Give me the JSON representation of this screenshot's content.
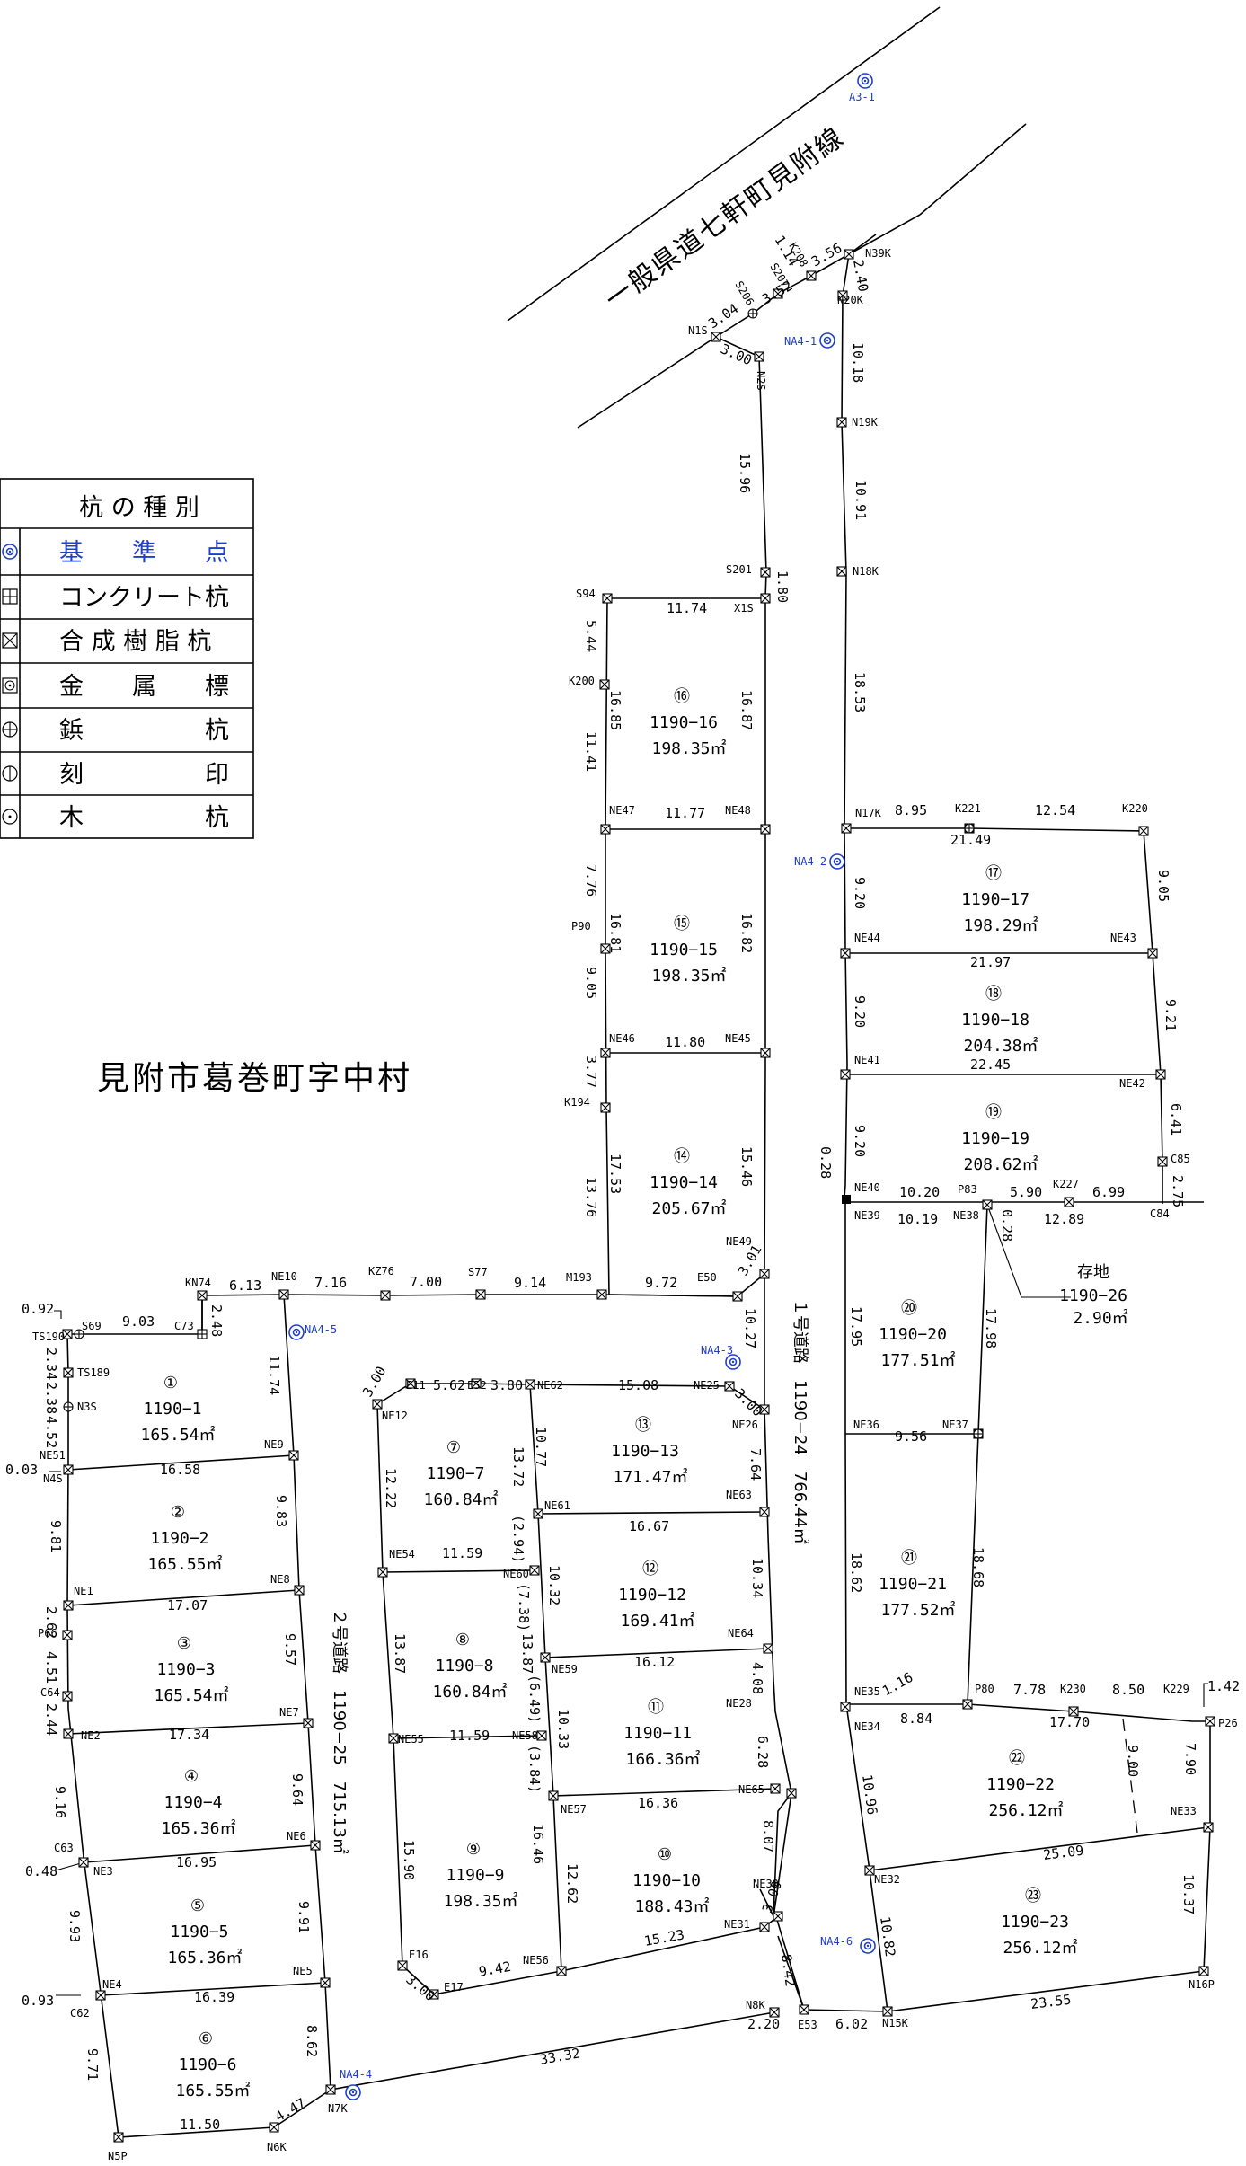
{
  "title": "見附市葛巻町字中村",
  "roads": {
    "prefectural": "一般県道七軒町見附線",
    "road1": "１号道路　1190−24　766.44㎡",
    "road2": "２号道路　1190−25　715.13㎡"
  },
  "legend": {
    "header": "杭 の 種 別",
    "rows": [
      {
        "symbol": "reference-point",
        "label": "基　　準　　点",
        "highlight": true
      },
      {
        "symbol": "concrete",
        "label": "コンクリート杭"
      },
      {
        "symbol": "resin",
        "label": "合 成 樹 脂 杭"
      },
      {
        "symbol": "metal",
        "label": "金　　属　　標"
      },
      {
        "symbol": "iron",
        "label": "鋲　　　　　杭"
      },
      {
        "symbol": "engraved",
        "label": "刻　　　　　印"
      },
      {
        "symbol": "wood",
        "label": "木　　　　　杭"
      }
    ]
  },
  "parcels": [
    {
      "no": "①",
      "id": "1190−1",
      "area": "165.54㎡"
    },
    {
      "no": "②",
      "id": "1190−2",
      "area": "165.55㎡"
    },
    {
      "no": "③",
      "id": "1190−3",
      "area": "165.54㎡"
    },
    {
      "no": "④",
      "id": "1190−4",
      "area": "165.36㎡"
    },
    {
      "no": "⑤",
      "id": "1190−5",
      "area": "165.36㎡"
    },
    {
      "no": "⑥",
      "id": "1190−6",
      "area": "165.55㎡"
    },
    {
      "no": "⑦",
      "id": "1190−7",
      "area": "160.84㎡"
    },
    {
      "no": "⑧",
      "id": "1190−8",
      "area": "160.84㎡"
    },
    {
      "no": "⑨",
      "id": "1190−9",
      "area": "198.35㎡"
    },
    {
      "no": "⑩",
      "id": "1190−10",
      "area": "188.43㎡"
    },
    {
      "no": "⑪",
      "id": "1190−11",
      "area": "166.36㎡"
    },
    {
      "no": "⑫",
      "id": "1190−12",
      "area": "169.41㎡"
    },
    {
      "no": "⑬",
      "id": "1190−13",
      "area": "171.47㎡"
    },
    {
      "no": "⑭",
      "id": "1190−14",
      "area": "205.67㎡"
    },
    {
      "no": "⑮",
      "id": "1190−15",
      "area": "198.35㎡"
    },
    {
      "no": "⑯",
      "id": "1190−16",
      "area": "198.35㎡"
    },
    {
      "no": "⑰",
      "id": "1190−17",
      "area": "198.29㎡"
    },
    {
      "no": "⑱",
      "id": "1190−18",
      "area": "204.38㎡"
    },
    {
      "no": "⑲",
      "id": "1190−19",
      "area": "208.62㎡"
    },
    {
      "no": "⑳",
      "id": "1190−20",
      "area": "177.51㎡"
    },
    {
      "no": "㉑",
      "id": "1190−21",
      "area": "177.52㎡"
    },
    {
      "no": "㉒",
      "id": "1190−22",
      "area": "256.12㎡"
    },
    {
      "no": "㉓",
      "id": "1190−23",
      "area": "256.12㎡"
    }
  ],
  "remnant": {
    "label": "存地",
    "id": "1190−26",
    "area": "2.90㎡"
  },
  "points": {
    "A3_1": "A3-1",
    "NA4_1": "NA4-1",
    "NA4_2": "NA4-2",
    "NA4_3": "NA4-3",
    "NA4_4": "NA4-4",
    "NA4_5": "NA4-5",
    "NA4_6": "NA4-6",
    "N39K": "N39K",
    "N20K": "N20K",
    "N19K": "N19K",
    "N18K": "N18K",
    "N17K": "N17K",
    "N1S": "N1S",
    "N2S": "N2S",
    "S206": "S206",
    "S207": "S207",
    "K208": "K208",
    "S201": "S201",
    "S94": "S94",
    "X1S": "X1S",
    "K200": "K200",
    "NE47": "NE47",
    "NE48": "NE48",
    "P90": "P90",
    "NE46": "NE46",
    "NE45": "NE45",
    "K194": "K194",
    "M193": "M193",
    "NE49": "NE49",
    "E50": "E50",
    "S77": "S77",
    "KZ76": "KZ76",
    "NE10": "NE10",
    "KN74": "KN74",
    "C73": "C73",
    "S69": "S69",
    "TS190": "TS190",
    "TS189": "TS189",
    "N3S": "N3S",
    "NE51": "NE51",
    "N4S": "N4S",
    "NE9": "NE9",
    "NE1": "NE1",
    "NE8": "NE8",
    "P66": "P66",
    "C64": "C64",
    "NE2": "NE2",
    "NE7": "NE7",
    "C63": "C63",
    "NE3": "NE3",
    "NE6": "NE6",
    "NE4": "NE4",
    "C62": "C62",
    "NE5": "NE5",
    "N5P": "N5P",
    "N6K": "N6K",
    "N7K": "N7K",
    "E11": "E11",
    "E52": "E52",
    "NE62": "NE62",
    "NE25": "NE25",
    "NE12": "NE12",
    "NE26": "NE26",
    "NE61": "NE61",
    "NE63": "NE63",
    "NE54": "NE54",
    "NE60": "NE60",
    "NE64": "NE64",
    "NE59": "NE59",
    "NE28": "NE28",
    "NE55": "NE55",
    "NE58": "NE58",
    "NE57": "NE57",
    "NE65": "NE65",
    "NE30": "NE30",
    "NE31": "NE31",
    "E16": "E16",
    "E17": "E17",
    "NE56": "NE56",
    "N8K": "N8K",
    "E53": "E53",
    "N15K": "N15K",
    "N16P": "N16P",
    "NE33": "NE33",
    "NE32": "NE32",
    "NE34": "NE34",
    "NE35": "NE35",
    "P80": "P80",
    "K230": "K230",
    "K229": "K229",
    "P26": "P26",
    "NE36": "NE36",
    "NE37": "NE37",
    "NE39": "NE39",
    "NE40": "NE40",
    "NE38": "NE38",
    "P83": "P83",
    "K227": "K227",
    "C85": "C85",
    "C84": "C84",
    "NE41": "NE41",
    "NE42": "NE42",
    "NE44": "NE44",
    "NE43": "NE43",
    "K221": "K221",
    "K220": "K220"
  },
  "dims": {
    "d_356": "3.56",
    "d_114": "1.14",
    "d_240": "2.40",
    "d_304": "3.04",
    "d_352": "3.52",
    "d_300a": "3.00",
    "d_1018": "10.18",
    "d_1091": "10.91",
    "d_1596": "15.96",
    "d_180": "1.80",
    "d_1853": "18.53",
    "d_1174": "11.74",
    "d_544": "5.44",
    "d_1685": "16.85",
    "d_1687": "16.87",
    "d_1141": "11.41",
    "d_1177": "11.77",
    "d_776": "7.76",
    "d_1681": "16.81",
    "d_1682": "16.82",
    "d_905": "9.05",
    "d_1180": "11.80",
    "d_377": "3.77",
    "d_1753": "17.53",
    "d_1546": "15.46",
    "d_1376": "13.76",
    "d_895": "8.95",
    "d_2149": "21.49",
    "d_1254": "12.54",
    "d_905b": "9.05",
    "d_920a": "9.20",
    "d_2197": "21.97",
    "d_920b": "9.20",
    "d_921": "9.21",
    "d_2245": "22.45",
    "d_641": "6.41",
    "d_920c": "9.20",
    "d_028a": "0.28",
    "d_275": "2.75",
    "d_1020": "10.20",
    "d_590": "5.90",
    "d_699": "6.99",
    "d_1019": "10.19",
    "d_1289": "12.89",
    "d_028b": "0.28",
    "d_613": "6.13",
    "d_716": "7.16",
    "d_700": "7.00",
    "d_914": "9.14",
    "d_972": "9.72",
    "d_301": "3.01",
    "d_1027": "10.27",
    "d_092": "0.92",
    "d_903": "9.03",
    "d_248": "2.48",
    "d_234": "2.34",
    "d_238": "2.38",
    "d_452": "4.52",
    "d_003": "0.03",
    "d_1174b": "11.74",
    "d_1658": "16.58",
    "d_983": "9.83",
    "d_981": "9.81",
    "d_1707": "17.07",
    "d_262": "2.62",
    "d_451": "4.51",
    "d_957": "9.57",
    "d_244": "2.44",
    "d_1734": "17.34",
    "d_916": "9.16",
    "d_964": "9.64",
    "d_048": "0.48",
    "d_1695": "16.95",
    "d_993": "9.93",
    "d_991": "9.91",
    "d_093": "0.93",
    "d_1639": "16.39",
    "d_971": "9.71",
    "d_862": "8.62",
    "d_1150": "11.50",
    "d_447": "4.47",
    "d_3332": "33.32",
    "d_300b": "3.00",
    "d_562": "5.62",
    "d_380": "3.80",
    "d_1508": "15.08",
    "d_300c": "3.00",
    "d_1077": "10.77",
    "d_1372": "13.72",
    "d_1222": "12.22",
    "d_764": "7.64",
    "d_1667": "16.67",
    "d_294": "(2.94)",
    "d_1159a": "11.59",
    "d_1032": "10.32",
    "d_738": "(7.38)",
    "d_1034": "10.34",
    "d_1387a": "13.87",
    "d_1387b": "13.87",
    "d_1612": "16.12",
    "d_408": "4.08",
    "d_1159b": "11.59",
    "d_649": "(6.49)",
    "d_1033": "10.33",
    "d_628": "6.28",
    "d_384": "(3.84)",
    "d_1636": "16.36",
    "d_807": "8.07",
    "d_1590": "15.90",
    "d_1646": "16.46",
    "d_1262": "12.62",
    "d_300d": "3.00",
    "d_1523": "15.23",
    "d_842": "8.42",
    "d_300e": "3.00",
    "d_942": "9.42",
    "d_220": "2.20",
    "d_602": "6.02",
    "d_2355": "23.55",
    "d_1037": "10.37",
    "d_1082": "10.82",
    "d_2509": "25.09",
    "d_1096": "10.96",
    "d_900": "9.00",
    "d_790": "7.90",
    "d_884": "8.84",
    "d_1770": "17.70",
    "d_116": "1.16",
    "d_778": "7.78",
    "d_850": "8.50",
    "d_142": "1.42",
    "d_1862": "18.62",
    "d_1868": "18.68",
    "d_956": "9.56",
    "d_1795": "17.95",
    "d_1798": "17.98"
  }
}
